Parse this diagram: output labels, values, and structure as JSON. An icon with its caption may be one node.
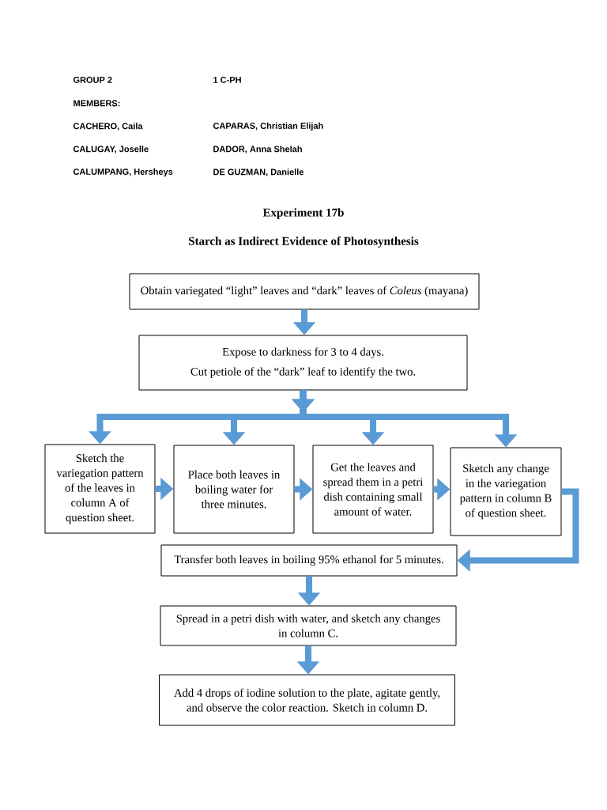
{
  "diagram": {
    "title": "Starch as Indirect Evidence of Photosynthesis",
    "nodes": [
      {
        "text": [
          "Obtain variegated “light” leaves and “dark” leaves of *Coleus* (mayana)"
        ]
      },
      {
        "text": [
          "Expose to darkness for 3 to 4 days.",
          "Cut petiole of the “dark” leaf to identify the two."
        ]
      },
      {
        "text": [
          "Sketch the variegation pattern of the leaves in column A of question sheet."
        ]
      },
      {
        "text": [
          "Place both leaves in boiling water for three minutes."
        ]
      },
      {
        "text": [
          "Get the leaves and spread them in a petri dish containing small amount of water."
        ]
      },
      {
        "text": [
          "Sketch any change in the variegation pattern in column B of question sheet."
        ]
      },
      {
        "text": [
          "Transfer both leaves in boiling 95% ethanol for 5 minutes."
        ]
      },
      {
        "text": [
          "Spread in a petri dish with water, and sketch any changes in column C."
        ]
      },
      {
        "text": [
          "Add 4 drops of iodine solution to the plate, agitate gently, and observe the color reaction. Sketch in column D."
        ]
      }
    ],
    "edges": [
      {
        "from": 0,
        "to": 1,
        "arrow": "to"
      },
      {
        "from": 1,
        "to": 2,
        "arrow": "to"
      },
      {
        "from": 1,
        "to": 3,
        "arrow": "to"
      },
      {
        "from": 1,
        "to": 4,
        "arrow": "to"
      },
      {
        "from": 1,
        "to": 5,
        "arrow": "to"
      },
      {
        "from": 2,
        "to": 3,
        "arrow": "to"
      },
      {
        "from": 3,
        "to": 4,
        "arrow": "to"
      },
      {
        "from": 4,
        "to": 5,
        "arrow": "to"
      },
      {
        "from": 5,
        "to": 6,
        "arrow": "to"
      },
      {
        "from": 6,
        "to": 7,
        "arrow": "to"
      },
      {
        "from": 7,
        "to": 8,
        "arrow": "to"
      }
    ],
    "labels": [
      "GROUP 2",
      "1 C-PH",
      "MEMBERS:",
      "CACHERO, Caila",
      "CAPARAS, Christian Elijah",
      "CALUGAY, Joselle",
      "DADOR, Anna Shelah",
      "CALUMPANG, Hersheys",
      "DE GUZMAN, Danielle",
      "Experiment 17b"
    ]
  }
}
